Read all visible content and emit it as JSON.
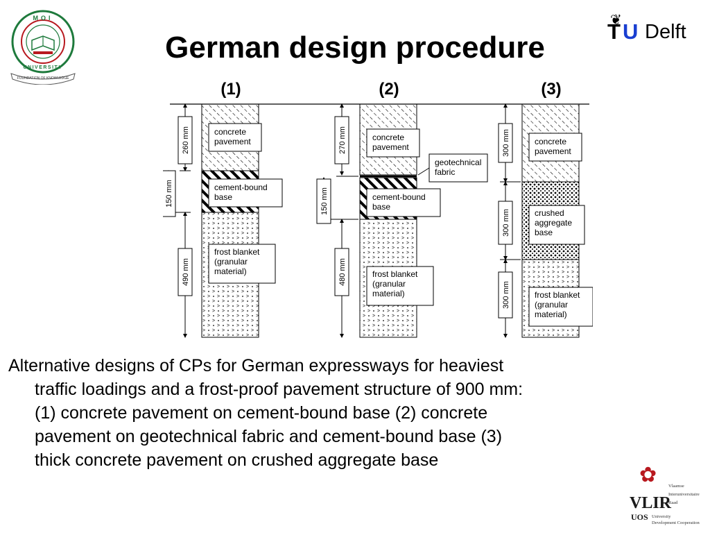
{
  "header": {
    "title": "German design procedure",
    "logo_left": {
      "name": "moi-university-logo",
      "ring_text_top": "MOI",
      "ring_text_side": "UNIVERSITY",
      "banner_text": "FOUNDATION OF KNOWLEDGE"
    },
    "logo_right": {
      "name": "tu-delft-logo",
      "t": "T",
      "u": "U",
      "word": "Delft",
      "u_color": "#1a3fd1"
    }
  },
  "diagram": {
    "columns": [
      {
        "label": "(1)",
        "layers": [
          {
            "name": "concrete pavement",
            "label_lines": [
              "concrete",
              "pavement"
            ],
            "thickness": "260 mm",
            "pattern": "hatch-light"
          },
          {
            "name": "cement-bound base",
            "label_lines": [
              "cement-bound",
              "base"
            ],
            "thickness": "150 mm",
            "pattern": "hatch-heavy"
          },
          {
            "name": "frost blanket (granular material)",
            "label_lines": [
              "frost blanket",
              "(granular",
              "material)"
            ],
            "thickness": "490 mm",
            "pattern": "granular"
          }
        ]
      },
      {
        "label": "(2)",
        "layers": [
          {
            "name": "concrete pavement",
            "label_lines": [
              "concrete",
              "pavement"
            ],
            "thickness": "270 mm",
            "pattern": "hatch-light"
          },
          {
            "name": "geotechnical fabric",
            "label_lines": [
              "geotechnical",
              "fabric"
            ],
            "thickness": "",
            "pattern": "line"
          },
          {
            "name": "cement-bound base",
            "label_lines": [
              "cement-bound",
              "base"
            ],
            "thickness": "150 mm",
            "pattern": "hatch-heavy"
          },
          {
            "name": "frost blanket (granular material)",
            "label_lines": [
              "frost blanket",
              "(granular",
              "material)"
            ],
            "thickness": "480 mm",
            "pattern": "granular"
          }
        ]
      },
      {
        "label": "(3)",
        "layers": [
          {
            "name": "concrete pavement",
            "label_lines": [
              "concrete",
              "pavement"
            ],
            "thickness": "300 mm",
            "pattern": "hatch-light"
          },
          {
            "name": "crushed aggregate base",
            "label_lines": [
              "crushed",
              "aggregate",
              "base"
            ],
            "thickness": "300 mm",
            "pattern": "dots"
          },
          {
            "name": "frost blanket (granular material)",
            "label_lines": [
              "frost blanket",
              "(granular",
              "material)"
            ],
            "thickness": "300 mm",
            "pattern": "granular"
          }
        ]
      }
    ]
  },
  "caption": {
    "lines": [
      "Alternative designs of CPs for German expressways for heaviest",
      "traffic loadings and a frost-proof pavement structure of 900 mm:",
      "(1) concrete pavement on cement-bound base (2) concrete",
      "pavement on geotechnical fabric and cement-bound base (3)",
      "thick concrete pavement on crushed aggregate base"
    ]
  },
  "footer_logo": {
    "name": "vlir-uos-logo",
    "main": "VLIR",
    "sub": "UOS",
    "right_lines": [
      "Vlaamse",
      "Interuniversitaire",
      "Raad"
    ],
    "bottom_lines": [
      "University",
      "Development Cooperation"
    ],
    "flower_color": "#b8191f"
  }
}
